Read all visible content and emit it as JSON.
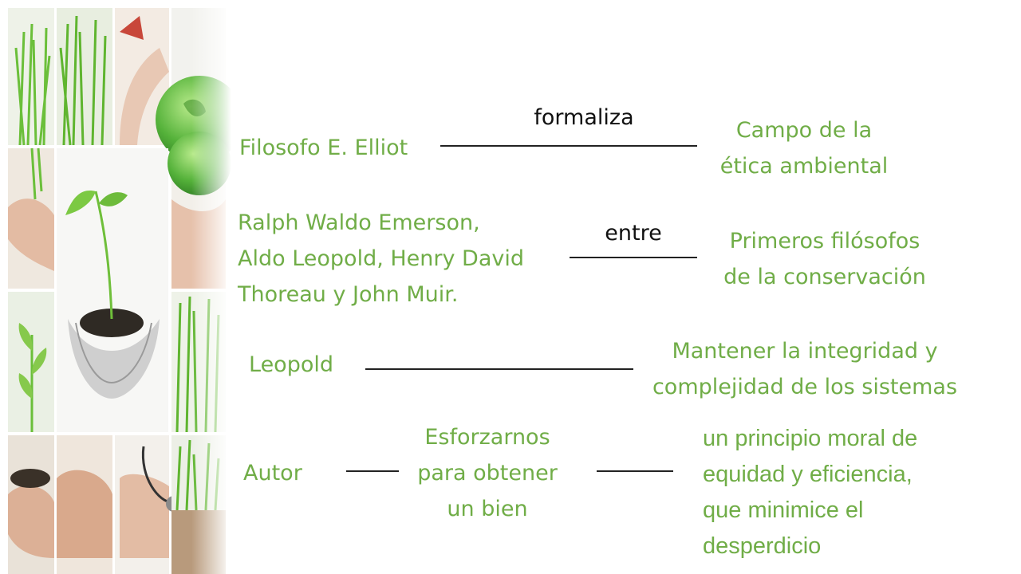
{
  "rows": {
    "elliot": {
      "source": "Filosofo E. Elliot",
      "relation": "formaliza",
      "target_lines": [
        "Campo de la",
        "ética ambiental"
      ]
    },
    "conservation": {
      "source_lines": [
        "Ralph Waldo Emerson,",
        "Aldo Leopold, Henry David",
        "Thoreau y John Muir."
      ],
      "relation": "entre",
      "target_lines": [
        "Primeros filósofos",
        "de la conservación"
      ]
    },
    "leopold": {
      "source": "Leopold",
      "target_lines": [
        "Mantener la integridad y",
        "complejidad de los sistemas"
      ]
    },
    "autor": {
      "source": "Autor",
      "middle_lines": [
        "Esforzarnos",
        "para obtener",
        "un bien"
      ],
      "target_lines": [
        "un principio moral de",
        "equidad y eficiencia,",
        "que minimice el",
        "desperdicio"
      ]
    }
  },
  "colors": {
    "node_text": "#70ad47",
    "relation_text": "#111111",
    "connector": "#222222"
  },
  "images": [
    "grass-icon",
    "globe-in-hands-icon",
    "seedling-in-hands-icon",
    "sprout-icon",
    "hands-soil-icon",
    "stethoscope-icon"
  ]
}
